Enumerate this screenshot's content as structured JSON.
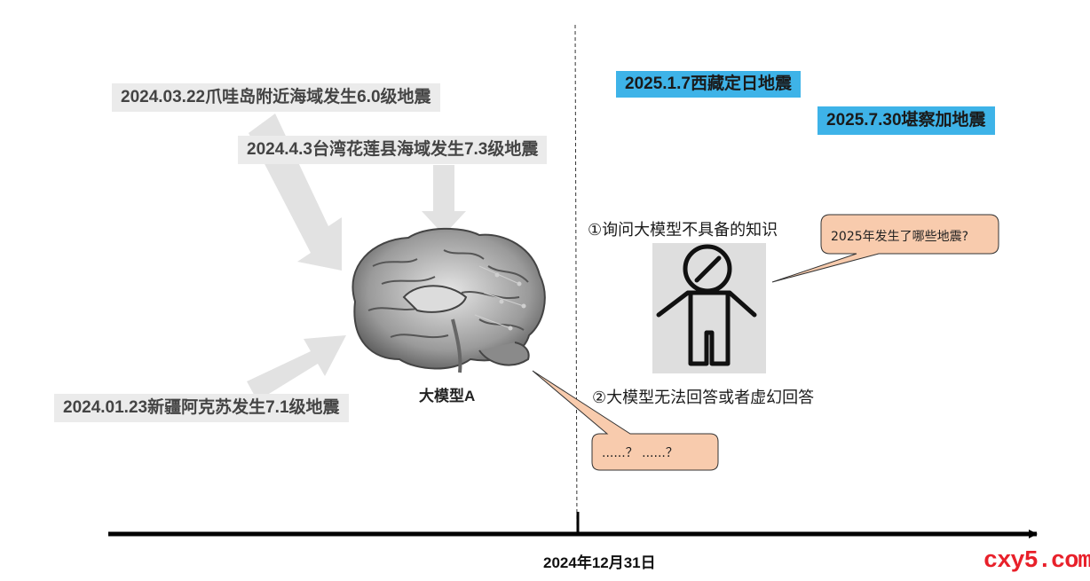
{
  "events_before": [
    {
      "text": "2024.03.22爪哇岛附近海域发生6.0级地震"
    },
    {
      "text": "2024.4.3台湾花莲县海域发生7.3级地震"
    },
    {
      "text": "2024.01.23新疆阿克苏发生7.1级地震"
    }
  ],
  "events_after": [
    {
      "text": "2025.1.7西藏定日地震"
    },
    {
      "text": "2025.7.30堪察加地震"
    }
  ],
  "model": {
    "label": "大模型A",
    "icon": "brain-icon",
    "response": "......？  ......？"
  },
  "user": {
    "icon": "person-icon",
    "question": "2025年发生了哪些地震?"
  },
  "steps": {
    "step1": "①询问大模型不具备的知识",
    "step2": "②大模型无法回答或者虚幻回答"
  },
  "timeline": {
    "cutoff_label": "2024年12月31日"
  },
  "watermark": "cxy5.com",
  "colors": {
    "gray_box": "#ebebeb",
    "blue_box": "#3eb3e8",
    "bubble_fill": "#f8cbad",
    "watermark": "#e8202a"
  }
}
